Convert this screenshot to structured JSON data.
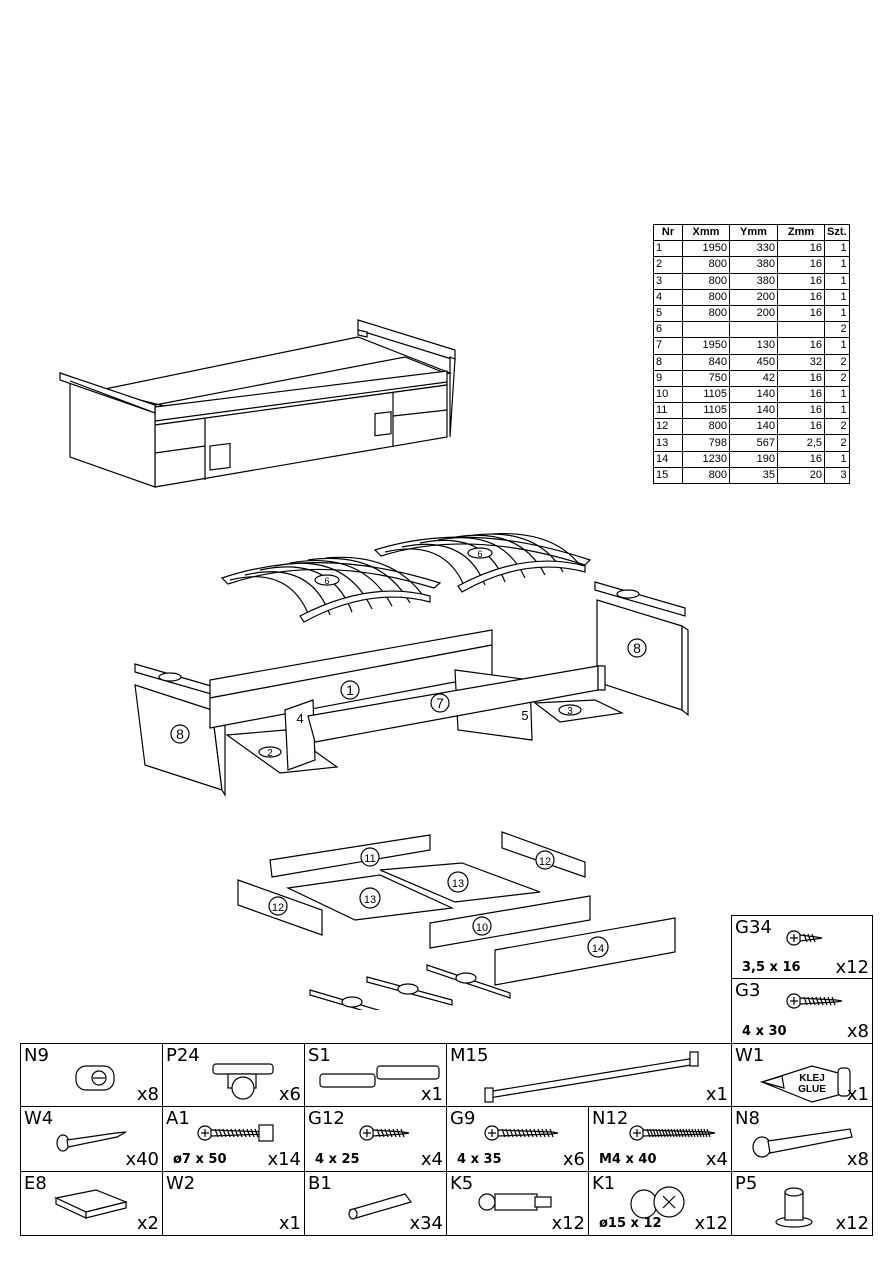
{
  "parts_table": {
    "headers": [
      "Nr",
      "Xmm",
      "Ymm",
      "Zmm",
      "Szt."
    ],
    "rows": [
      [
        "1",
        "1950",
        "330",
        "16",
        "1"
      ],
      [
        "2",
        "800",
        "380",
        "16",
        "1"
      ],
      [
        "3",
        "800",
        "380",
        "16",
        "1"
      ],
      [
        "4",
        "800",
        "200",
        "16",
        "1"
      ],
      [
        "5",
        "800",
        "200",
        "16",
        "1"
      ],
      [
        "6",
        "",
        "",
        "",
        "2"
      ],
      [
        "7",
        "1950",
        "130",
        "16",
        "1"
      ],
      [
        "8",
        "840",
        "450",
        "32",
        "2"
      ],
      [
        "9",
        "750",
        "42",
        "16",
        "2"
      ],
      [
        "10",
        "1105",
        "140",
        "16",
        "1"
      ],
      [
        "11",
        "1105",
        "140",
        "16",
        "1"
      ],
      [
        "12",
        "800",
        "140",
        "16",
        "2"
      ],
      [
        "13",
        "798",
        "567",
        "2,5",
        "2"
      ],
      [
        "14",
        "1230",
        "190",
        "16",
        "1"
      ],
      [
        "15",
        "800",
        "35",
        "20",
        "3"
      ]
    ]
  },
  "exploded_view_labels": {
    "p1": "1",
    "p2": "2",
    "p3": "3",
    "p4": "4",
    "p5": "5",
    "p6a": "6",
    "p6b": "6",
    "p7": "7",
    "p8a": "8",
    "p8b": "8",
    "p10": "10",
    "p11": "11",
    "p12a": "12",
    "p12b": "12",
    "p13a": "13",
    "p13b": "13",
    "p14": "14"
  },
  "hardware": [
    {
      "code": "G34",
      "qty": "x12",
      "dim": "3,5 x 16"
    },
    {
      "code": "G3",
      "qty": "x8",
      "dim": "4 x 30"
    },
    {
      "code": "N9",
      "qty": "x8",
      "dim": ""
    },
    {
      "code": "P24",
      "qty": "x6",
      "dim": ""
    },
    {
      "code": "S1",
      "qty": "x1",
      "dim": ""
    },
    {
      "code": "M15",
      "qty": "x1",
      "dim": ""
    },
    {
      "code": "W1",
      "qty": "x1",
      "dim": "",
      "glue_label_1": "KLEJ",
      "glue_label_2": "GLUE"
    },
    {
      "code": "W4",
      "qty": "x40",
      "dim": ""
    },
    {
      "code": "A1",
      "qty": "x14",
      "dim": "ø7 x 50"
    },
    {
      "code": "G12",
      "qty": "x4",
      "dim": "4 x 25"
    },
    {
      "code": "G9",
      "qty": "x6",
      "dim": "4 x 35"
    },
    {
      "code": "N12",
      "qty": "x4",
      "dim": "M4 x 40"
    },
    {
      "code": "N8",
      "qty": "x8",
      "dim": ""
    },
    {
      "code": "E8",
      "qty": "x2",
      "dim": ""
    },
    {
      "code": "W2",
      "qty": "x1",
      "dim": ""
    },
    {
      "code": "B1",
      "qty": "x34",
      "dim": ""
    },
    {
      "code": "K5",
      "qty": "x12",
      "dim": ""
    },
    {
      "code": "K1",
      "qty": "x12",
      "dim": "ø15 x 12"
    },
    {
      "code": "P5",
      "qty": "x12",
      "dim": ""
    }
  ]
}
